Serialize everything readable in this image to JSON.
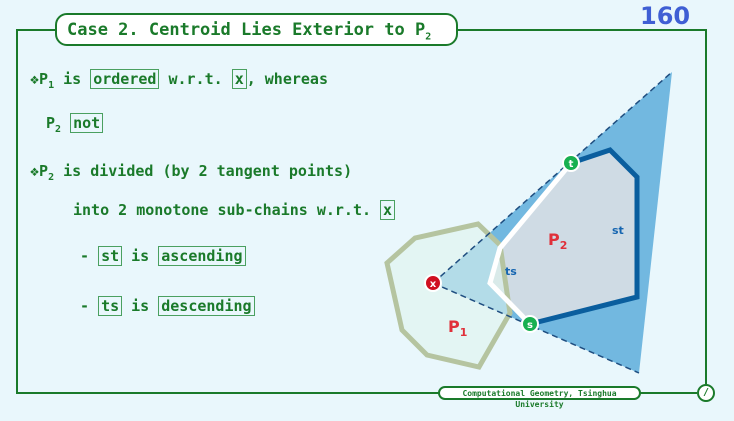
{
  "title": {
    "text": "Case 2. Centroid Lies Exterior to P",
    "sub": "2"
  },
  "page_number": "160",
  "bullets": {
    "b1": {
      "p": "P",
      "sub": "1",
      "is": " is ",
      "ordered": "ordered",
      "wrt": " w.r.t. ",
      "x": "x",
      "whereas": ", whereas"
    },
    "b1b": {
      "p": "P",
      "sub": "2",
      "not": "not"
    },
    "b2": {
      "p": "P",
      "sub": "2",
      "text": " is divided (by 2 tangent points)"
    },
    "b2b": {
      "text": "into 2 monotone sub-chains w.r.t. ",
      "x": "x"
    },
    "b3": {
      "dash": "- ",
      "st": "st",
      "is": " is ",
      "asc": "ascending"
    },
    "b4": {
      "dash": "- ",
      "ts": "ts",
      "is": " is ",
      "desc": "descending"
    }
  },
  "diagram": {
    "p1": "P",
    "p1sub": "1",
    "p2": "P",
    "p2sub": "2",
    "st": "st",
    "ts": "ts",
    "t": "t",
    "s": "s",
    "x": "x"
  },
  "footer": "Computational Geometry, Tsinghua University",
  "corner": "/"
}
